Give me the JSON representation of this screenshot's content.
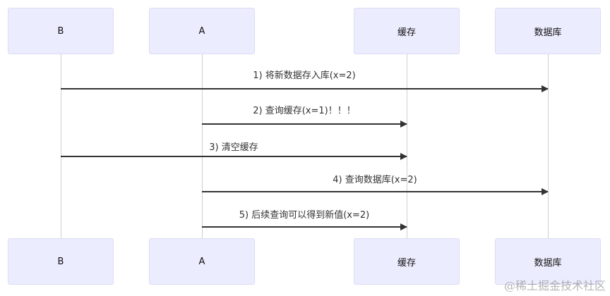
{
  "diagram": {
    "type": "sequence",
    "participants": [
      {
        "id": "B",
        "label": "B"
      },
      {
        "id": "A",
        "label": "A"
      },
      {
        "id": "cache",
        "label": "缓存"
      },
      {
        "id": "db",
        "label": "数据库"
      }
    ],
    "messages": [
      {
        "from": "B",
        "to": "db",
        "label": "1) 将新数据存入库(x=2)"
      },
      {
        "from": "A",
        "to": "cache",
        "label": "2) 查询缓存(x=1)！！！"
      },
      {
        "from": "B",
        "to": "cache",
        "label": "3) 清空缓存"
      },
      {
        "from": "A",
        "to": "db",
        "label": "4) 查询数据库(x=2)"
      },
      {
        "from": "A",
        "to": "cache",
        "label": "5) 后续查询可以得到新值(x=2)"
      }
    ],
    "colors": {
      "actor_fill": "#ececff",
      "actor_border": "#dcdcf5",
      "line": "#333333",
      "lifeline": "#cfcfcf"
    }
  },
  "watermark": "@稀土掘金技术社区"
}
